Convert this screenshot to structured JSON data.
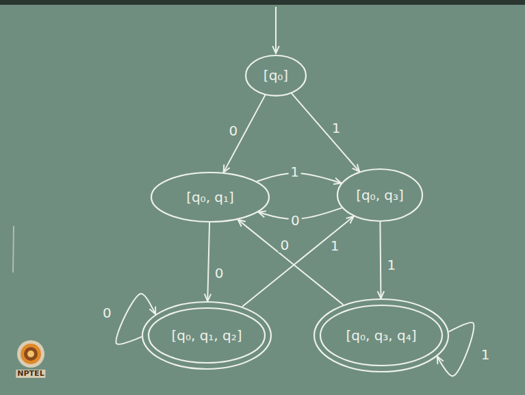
{
  "diagram": {
    "nodes": [
      {
        "text": [
          "[q₀]"
        ]
      },
      {
        "text": [
          "[q₀, q₁]"
        ]
      },
      {
        "text": [
          "[q₀, q₃]"
        ]
      },
      {
        "text": [
          "[q₀, q₁, q₂]"
        ]
      },
      {
        "text": [
          "[q₀, q₃, q₄]"
        ]
      }
    ],
    "edges": [
      {
        "from": 0,
        "to": 1,
        "label": "0",
        "arrow": "to"
      },
      {
        "from": 0,
        "to": 2,
        "label": "1",
        "arrow": "to"
      },
      {
        "from": 1,
        "to": 2,
        "label": "1",
        "arrow": "to"
      },
      {
        "from": 2,
        "to": 1,
        "label": "0",
        "arrow": "to"
      },
      {
        "from": 1,
        "to": 3,
        "label": "0",
        "arrow": "to"
      },
      {
        "from": 3,
        "to": 3,
        "label": "0",
        "arrow": "to"
      },
      {
        "from": 3,
        "to": 2,
        "label": "1",
        "arrow": "to"
      },
      {
        "from": 2,
        "to": 4,
        "label": "1",
        "arrow": "to"
      },
      {
        "from": 4,
        "to": 1,
        "label": "0",
        "arrow": "to"
      },
      {
        "from": 4,
        "to": 4,
        "label": "1",
        "arrow": "to"
      }
    ],
    "labels": [
      "NPTEL"
    ]
  }
}
